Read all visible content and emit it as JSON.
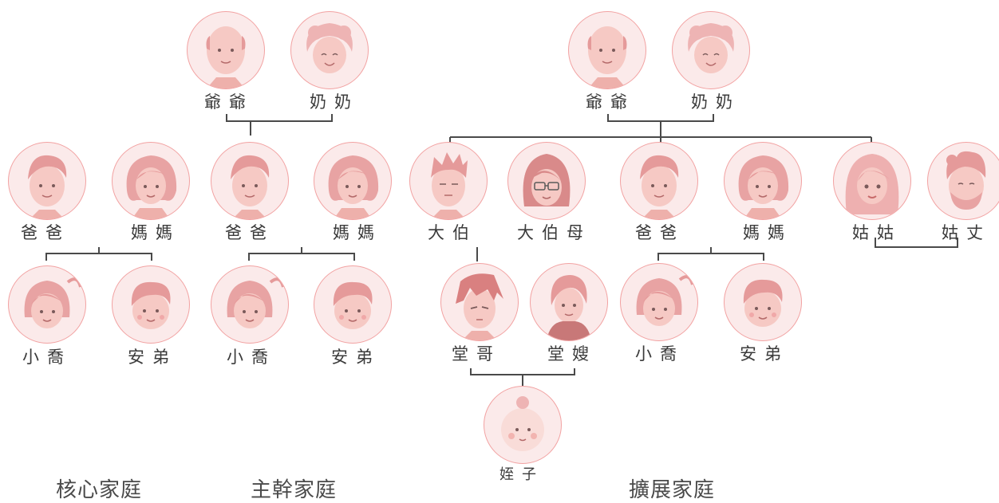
{
  "members": {
    "grandpa": "爺爺",
    "grandma": "奶奶",
    "dad": "爸爸",
    "mom": "媽媽",
    "xiaoqiao": "小喬",
    "andi": "安弟",
    "uncle": "大伯",
    "aunt": "大伯母",
    "cousin": "堂哥",
    "cousin_wife": "堂嫂",
    "nephew": "姪子",
    "paternal_aunt": "姑姑",
    "aunt_husband": "姑丈"
  },
  "titles": {
    "nuclear": "核心家庭",
    "stem": "主幹家庭",
    "extended": "擴展家庭"
  },
  "colors": {
    "line": "#4a4a4a",
    "circle_border": "#f2a2a2",
    "portrait_fill": "#fbeaea",
    "skin": "#f6c9c4",
    "hair": "#e59a9a"
  }
}
